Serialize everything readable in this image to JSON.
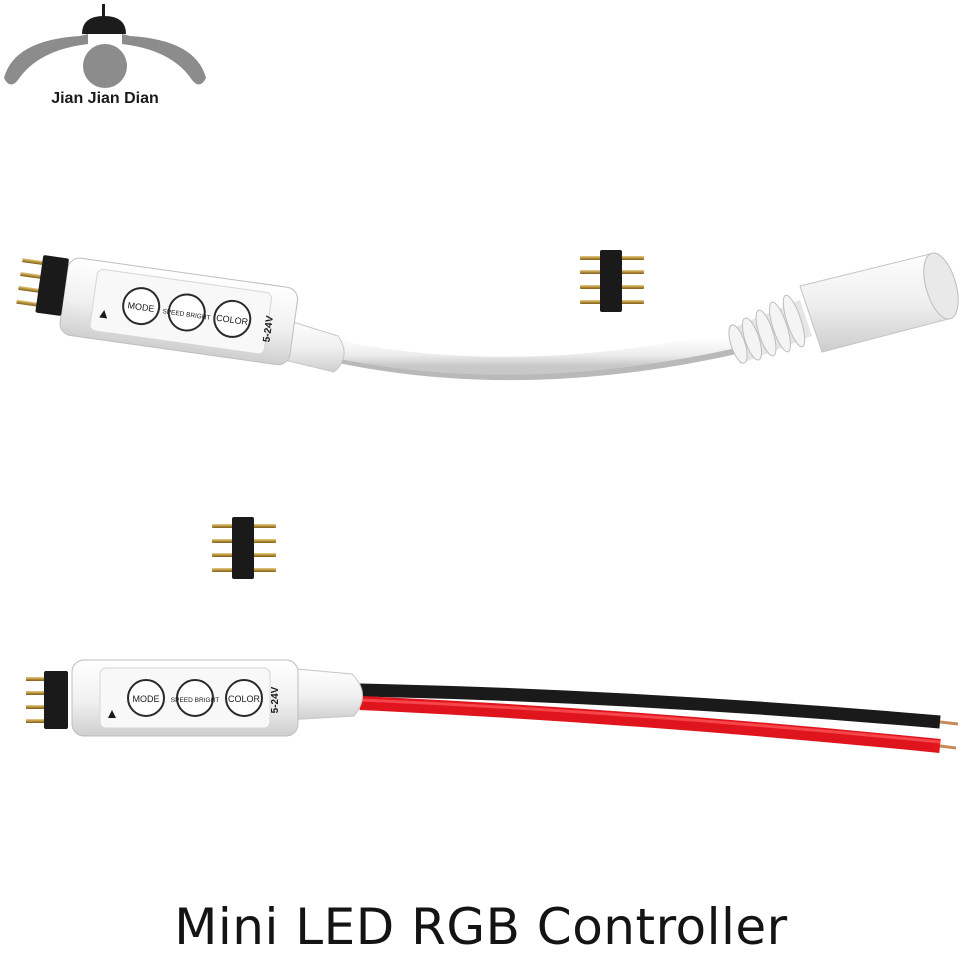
{
  "brand": {
    "name": "Jian Jian Dian",
    "logo_icon": "lamp-logo-icon"
  },
  "caption": "Mini LED RGB Controller",
  "controllers": [
    {
      "variant": "dc-female-jack",
      "buttons": [
        "MODE",
        "SPEED BRIGHT",
        "COLOR"
      ],
      "voltage": "5-24V"
    },
    {
      "variant": "bare-wire-leads",
      "buttons": [
        "MODE",
        "SPEED BRIGHT",
        "COLOR"
      ],
      "voltage": "5-24V"
    }
  ],
  "colors": {
    "logo_gray": "#8c8c8c",
    "logo_dark": "#1c1c1c",
    "housing": "#f2f2f2",
    "red_wire": "#e0141c",
    "black_wire": "#1a1a1a",
    "pin_gold": "#b8923a"
  }
}
